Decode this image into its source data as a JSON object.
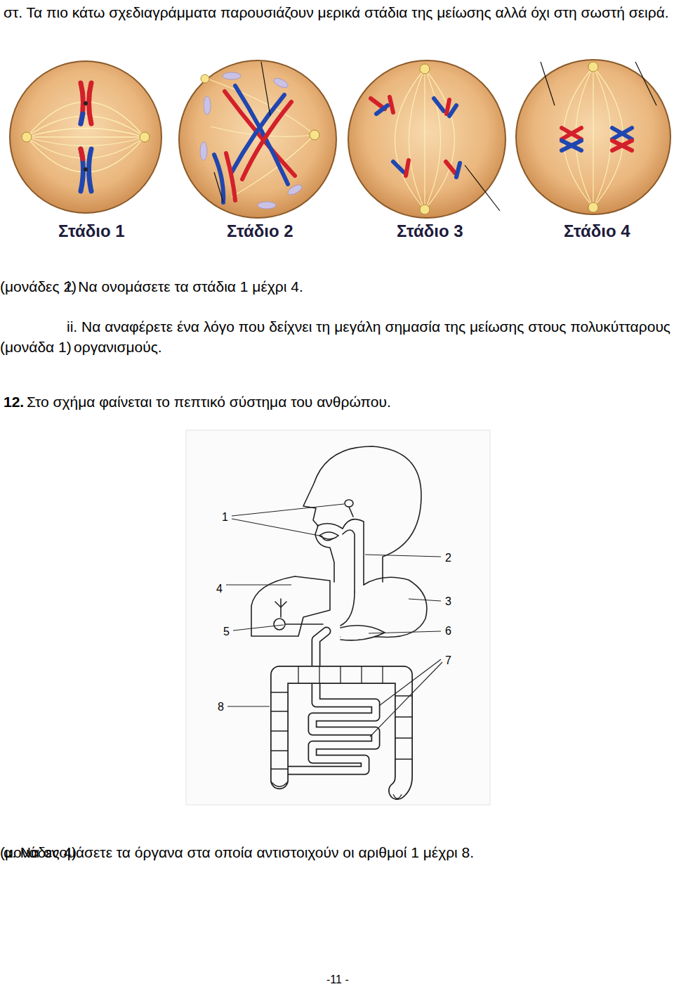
{
  "diagram": {
    "labels": [
      "στ. Τα πιο κάτω σχεδιαγράμματα παρουσιάζουν μερικά στάδια της μείωσης αλλά όχι στη σωστή σειρά.",
      "Στάδιο 1",
      "Στάδιο 2",
      "Στάδιο 3",
      "Στάδιο 4",
      "i. Να ονομάσετε τα στάδια 1 μέχρι 4.",
      "(μονάδες 2)",
      "ii. Να αναφέρετε ένα λόγο που δείχνει τη μεγάλη σημασία της μείωσης στους πολυκύτταρους οργανισμούς.",
      "(μονάδα 1)",
      "12.",
      "Στο σχήμα φαίνεται το πεπτικό σύστημα του ανθρώπου.",
      "1",
      "2",
      "3",
      "4",
      "5",
      "6",
      "7",
      "8",
      "α. Να ονομάσετε τα όργανα στα οποία αντιστοιχούν οι αριθμοί 1 μέχρι 8.",
      "(μονάδες 4)",
      "-11 -"
    ]
  }
}
